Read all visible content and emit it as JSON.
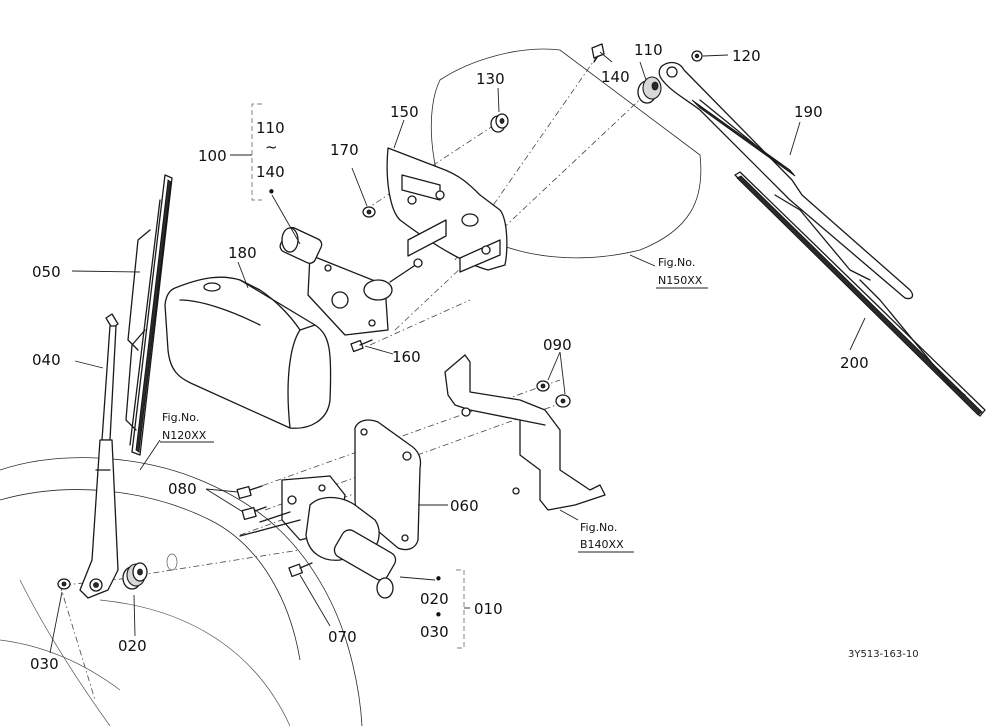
{
  "diagram": {
    "drawing_code": "3Y513-163-10",
    "part_labels": {
      "p010": "010",
      "p020_a": "020",
      "p020_b": "020",
      "p030_a": "030",
      "p030_b": "030",
      "p040": "040",
      "p050": "050",
      "p060": "060",
      "p070": "070",
      "p080": "080",
      "p090": "090",
      "p100": "100",
      "p110_a": "110",
      "p110_b": "110",
      "p120": "120",
      "p130": "130",
      "p140_a": "140",
      "p140_b": "140",
      "p150": "150",
      "p160": "160",
      "p170": "170",
      "p180": "180",
      "p190": "190",
      "p200": "200",
      "tilde": "~",
      "bullet": "•"
    },
    "figure_refs": {
      "n150_title": "Fig.No.",
      "n150_code": "N150XX",
      "n120_title": "Fig.No.",
      "n120_code": "N120XX",
      "b140_title": "Fig.No.",
      "b140_code": "B140XX"
    }
  }
}
